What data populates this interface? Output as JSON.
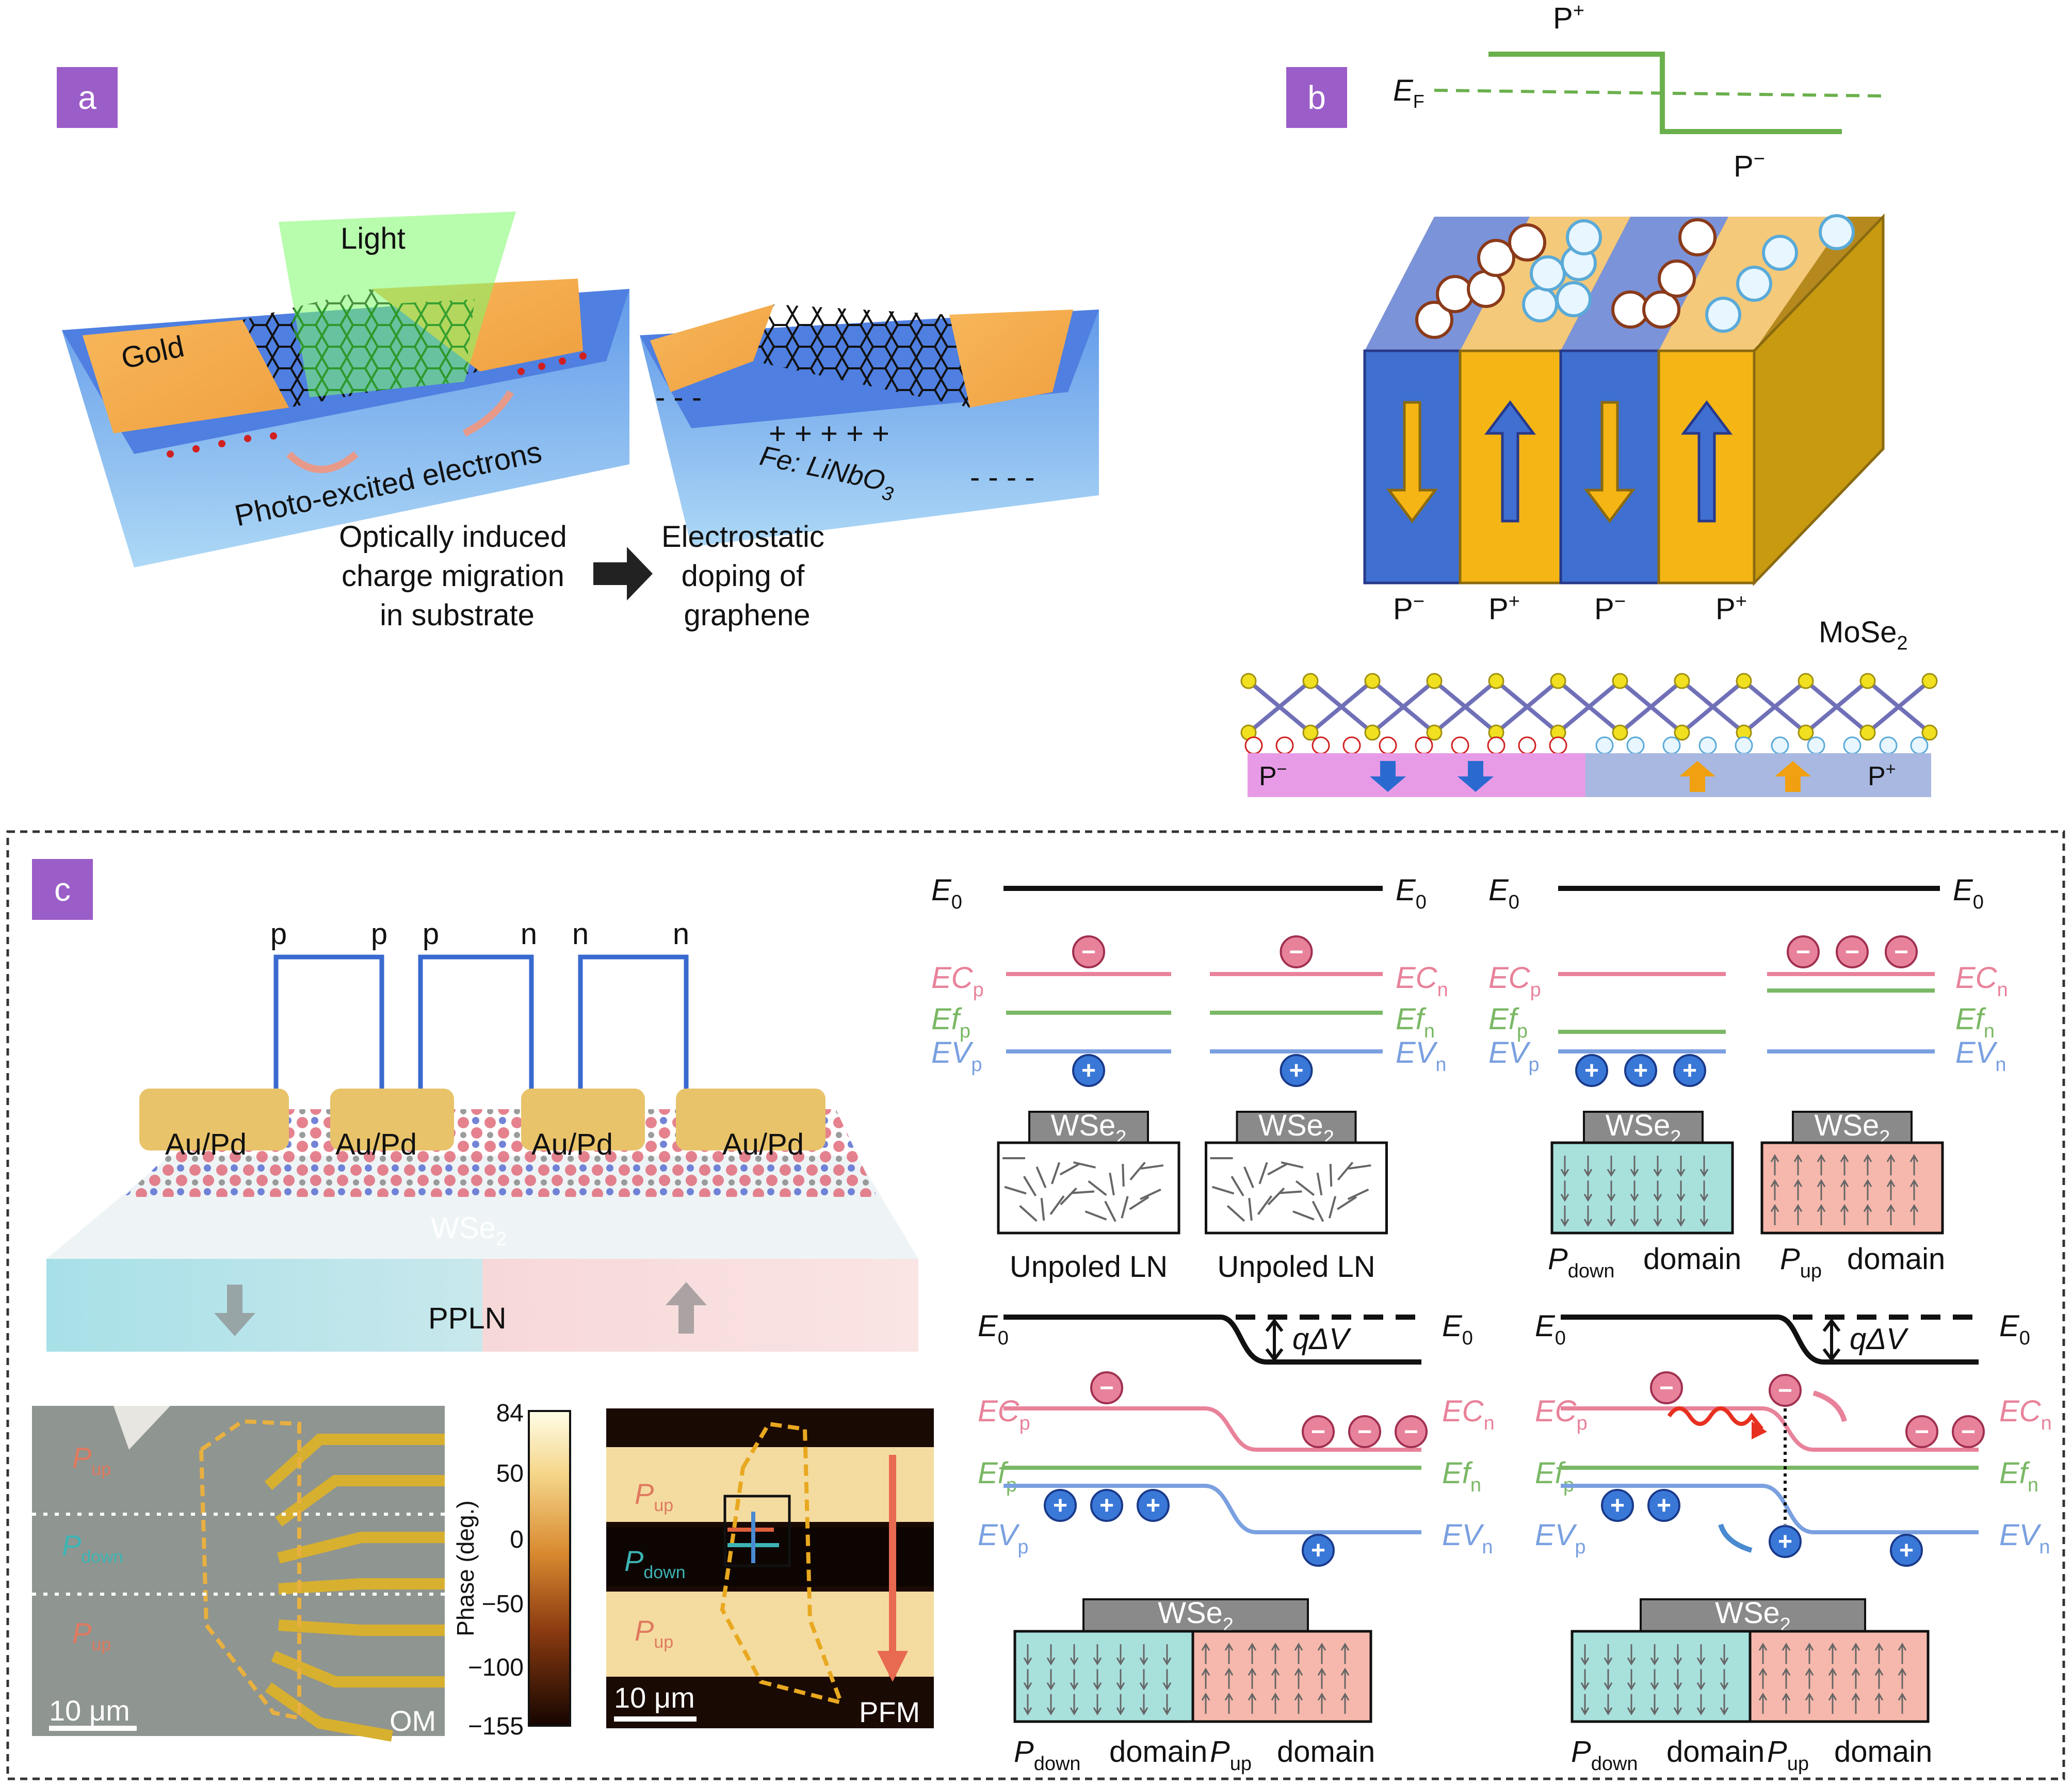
{
  "panels": {
    "a": "a",
    "b": "b",
    "c": "c"
  },
  "panel_a": {
    "light": "Light",
    "gold": "Gold",
    "electrons": "Photo-excited electrons",
    "substrate": "Fe: LiNbO",
    "substrate_sub": "3",
    "caption1": [
      "Optically induced",
      "charge migration",
      "in substrate"
    ],
    "caption2": [
      "Electrostatic",
      "doping of",
      "graphene"
    ]
  },
  "panel_b": {
    "p_plus": "P",
    "p_sup": "+",
    "p_minus_sup": "−",
    "ef": "E",
    "ef_sub": "F",
    "domain_labels": [
      "P",
      "P",
      "P",
      "P"
    ],
    "domain_sups": [
      "−",
      "+",
      "−",
      "+"
    ],
    "mose2": "MoSe",
    "mose2_sub": "2",
    "strip_left": "P",
    "strip_left_sup": "−",
    "strip_right": "P",
    "strip_right_sup": "+"
  },
  "panel_c": {
    "contacts": [
      "p",
      "p",
      "p",
      "n",
      "n",
      "n"
    ],
    "electrode": "Au/Pd",
    "wse2": "WSe",
    "wse2_sub": "2",
    "ppln": "PPLN",
    "om": {
      "p_up": "P",
      "up_sub": "up",
      "p_down": "P",
      "down_sub": "down",
      "scale": "10 μm",
      "tag": "OM"
    },
    "pfm": {
      "scale": "10 μm",
      "tag": "PFM"
    },
    "colorbar": {
      "label": "Phase (deg.)",
      "ticks": [
        "84",
        "50",
        "0",
        "−50",
        "−100",
        "−155"
      ]
    },
    "band": {
      "E0": "E",
      "E0_sub": "0",
      "ECp": "EC",
      "p_sub": "p",
      "ECn": "EC",
      "n_sub": "n",
      "Efp": "Ef",
      "Efn": "Ef",
      "EVp": "EV",
      "EVn": "EV",
      "unpoled": "Unpoled LN",
      "pdown": "P",
      "down_sub": "down",
      "domain": "domain",
      "pup": "P",
      "up_sub": "up",
      "qdv": "qΔV",
      "minus": "−",
      "plus": "+"
    }
  },
  "colors": {
    "label_bg": "#9b5dc8",
    "ec": "#e8829a",
    "ef": "#7ab865",
    "ev": "#7aa0e0",
    "pup": "#e07a5f",
    "pdown": "#3cb4b4"
  }
}
